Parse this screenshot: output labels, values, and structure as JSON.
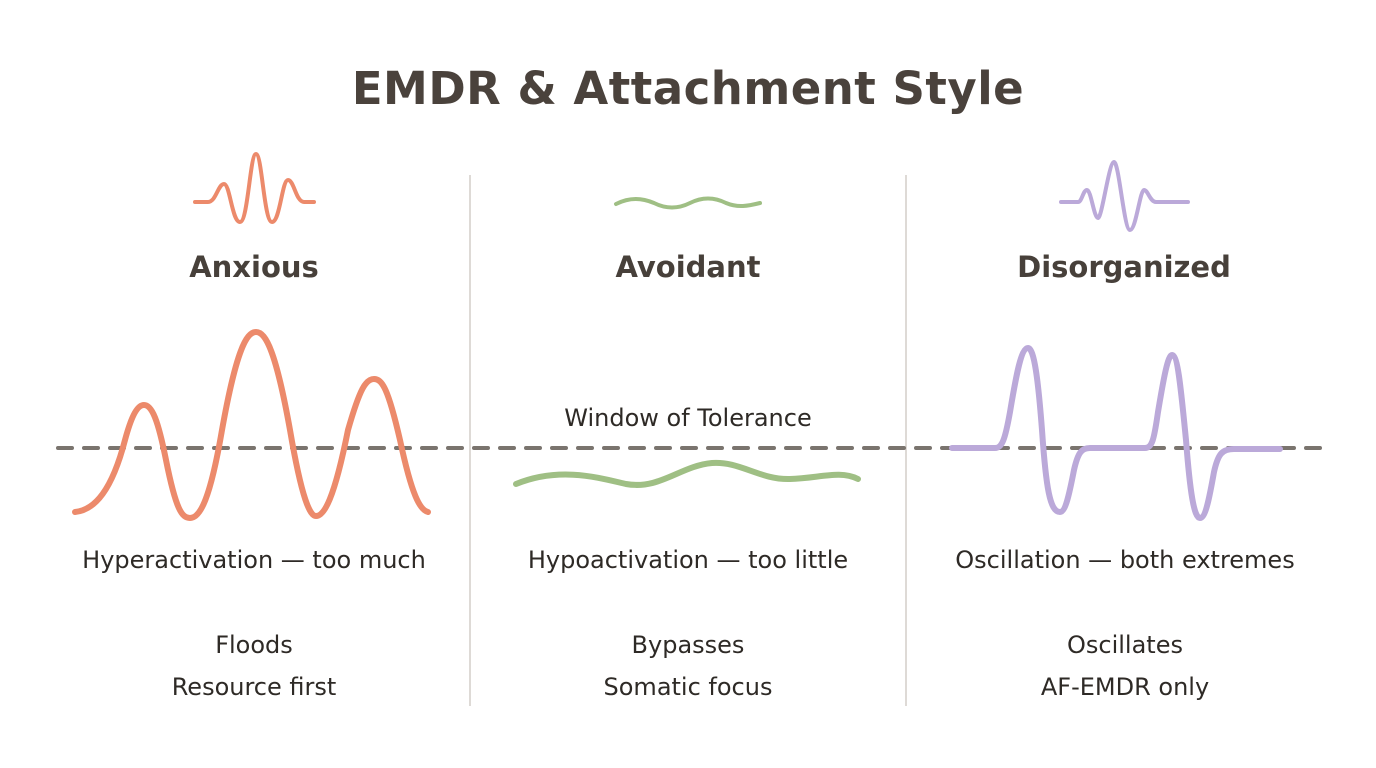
{
  "title": "EMDR & Attachment Style",
  "threshold_label": "Window of Tolerance",
  "colors": {
    "anxious": "#ec8a6b",
    "avoidant": "#9fbf84",
    "disorganized": "#bba9d9",
    "threshold": "#7a746e",
    "divider": "#dedad6",
    "text": "#2e2a26",
    "heading": "#47403a"
  },
  "columns": [
    {
      "id": "anxious",
      "heading": "Anxious",
      "icon": "high-amplitude-wave-icon",
      "wave_pattern": "large oscillations crossing above and below the threshold",
      "description": "Hyperactivation — too much",
      "notes": [
        "Floods",
        "Resource first"
      ]
    },
    {
      "id": "avoidant",
      "heading": "Avoidant",
      "icon": "low-amplitude-wave-icon",
      "wave_pattern": "flat, low-amplitude wave staying below the threshold",
      "description": "Hypoactivation — too little",
      "notes": [
        "Bypasses",
        "Somatic focus"
      ]
    },
    {
      "id": "disorganized",
      "heading": "Disorganized",
      "icon": "spike-wave-icon",
      "wave_pattern": "flat baseline with sudden spikes to both extremes",
      "description": "Oscillation — both extremes",
      "notes": [
        "Oscillates",
        "AF-EMDR only"
      ]
    }
  ]
}
